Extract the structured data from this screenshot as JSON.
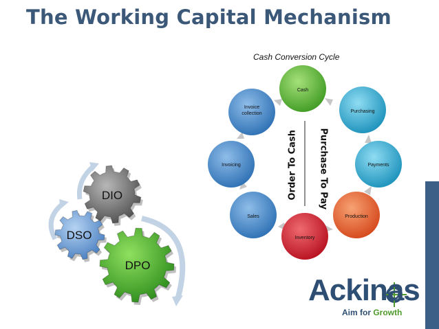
{
  "title": "The Working Capital Mechanism",
  "cycle": {
    "title": "Cash Conversion Cycle",
    "nodes": [
      {
        "label": "Cash",
        "color": "#5fbf3a"
      },
      {
        "label": "Purchasing",
        "color": "#2fb0d6"
      },
      {
        "label": "Payments",
        "color": "#2fb0d6"
      },
      {
        "label": "Production",
        "color": "#e85a28"
      },
      {
        "label": "Inventory",
        "color": "#d7192b"
      },
      {
        "label": "Sales",
        "color": "#3c82c8"
      },
      {
        "label": "Invoicing",
        "color": "#3c82c8"
      },
      {
        "label": "Invoice collection",
        "color": "#3c82c8"
      }
    ],
    "left_label": "Order To Cash",
    "right_label": "Purchase To Pay"
  },
  "gears": [
    {
      "label": "DIO",
      "color": "#777777"
    },
    {
      "label": "DSO",
      "color": "#5c8fcf"
    },
    {
      "label": "DPO",
      "color": "#3fa62c"
    }
  ],
  "logo": {
    "name": "Ackinas",
    "tagline_part1": "Aim for ",
    "tagline_part2": "Growth"
  },
  "colors": {
    "title": "#3b5878",
    "brand": "#2e4f73",
    "accent_green": "#4d9a2a",
    "sidebar": "#3b5f86"
  }
}
